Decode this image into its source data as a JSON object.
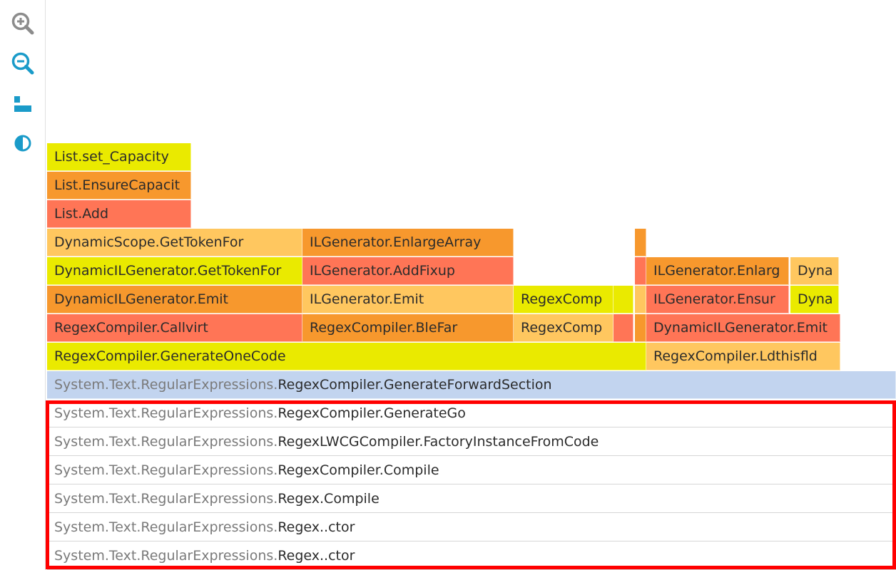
{
  "toolbar": {
    "buttons": [
      {
        "name": "zoom-in-button",
        "icon": "zoom-in-icon",
        "color": "#8c8c8c"
      },
      {
        "name": "zoom-out-button",
        "icon": "zoom-out-icon",
        "color": "#1a9bc9"
      },
      {
        "name": "invert-layout-button",
        "icon": "flame-direction-icon",
        "color": "#1a9bc9"
      },
      {
        "name": "color-mode-button",
        "icon": "contrast-icon",
        "color": "#1a9bc9"
      }
    ]
  },
  "colors": {
    "yellow": "#eaea00",
    "orange": "#f7982d",
    "red": "#ff7556",
    "light_orange": "#ffc75f",
    "selected": "#c2d4ef",
    "white": "#ffffff",
    "highlight": "#ff0000"
  },
  "frames": [
    {
      "label": "List.set_Capacity",
      "color": "yellow"
    },
    {
      "label": "List.EnsureCapacit",
      "color": "orange"
    },
    {
      "label": "List.Add",
      "color": "red"
    },
    {
      "label": "DynamicScope.GetTokenFor",
      "color": "light_orange"
    },
    {
      "label": "ILGenerator.EnlargeArray",
      "color": "orange"
    },
    {
      "label": "",
      "color": "orange"
    },
    {
      "label": "DynamicILGenerator.GetTokenFor",
      "color": "yellow"
    },
    {
      "label": "ILGenerator.AddFixup",
      "color": "red"
    },
    {
      "label": "",
      "color": "red"
    },
    {
      "label": "ILGenerator.Enlarg",
      "color": "orange"
    },
    {
      "label": "Dyna",
      "color": "light_orange"
    },
    {
      "label": "DynamicILGenerator.Emit",
      "color": "orange"
    },
    {
      "label": "ILGenerator.Emit",
      "color": "light_orange"
    },
    {
      "label": "RegexComp",
      "color": "yellow"
    },
    {
      "label": "",
      "color": "yellow"
    },
    {
      "label": "",
      "color": "light_orange"
    },
    {
      "label": "ILGenerator.Ensur",
      "color": "red"
    },
    {
      "label": "Dyna",
      "color": "yellow"
    },
    {
      "label": "RegexCompiler.Callvirt",
      "color": "red"
    },
    {
      "label": "RegexCompiler.BleFar",
      "color": "orange"
    },
    {
      "label": "RegexComp",
      "color": "light_orange"
    },
    {
      "label": "",
      "color": "red"
    },
    {
      "label": "",
      "color": "orange"
    },
    {
      "label": "DynamicILGenerator.Emit",
      "color": "red"
    },
    {
      "label": "RegexCompiler.GenerateOneCode",
      "color": "yellow"
    },
    {
      "label": "RegexCompiler.Ldthisfld",
      "color": "light_orange"
    },
    {
      "ns": "System.Text.RegularExpressions.",
      "label": "RegexCompiler.GenerateForwardSection",
      "color": "selected"
    },
    {
      "ns": "System.Text.RegularExpressions.",
      "label": "RegexCompiler.GenerateGo",
      "color": "white"
    },
    {
      "ns": "System.Text.RegularExpressions.",
      "label": "RegexLWCGCompiler.FactoryInstanceFromCode",
      "color": "white"
    },
    {
      "ns": "System.Text.RegularExpressions.",
      "label": "RegexCompiler.Compile",
      "color": "white"
    },
    {
      "ns": "System.Text.RegularExpressions.",
      "label": "Regex.Compile",
      "color": "white"
    },
    {
      "ns": "System.Text.RegularExpressions.",
      "label": "Regex..ctor",
      "color": "white"
    },
    {
      "ns": "System.Text.RegularExpressions.",
      "label": "Regex..ctor",
      "color": "white"
    }
  ]
}
